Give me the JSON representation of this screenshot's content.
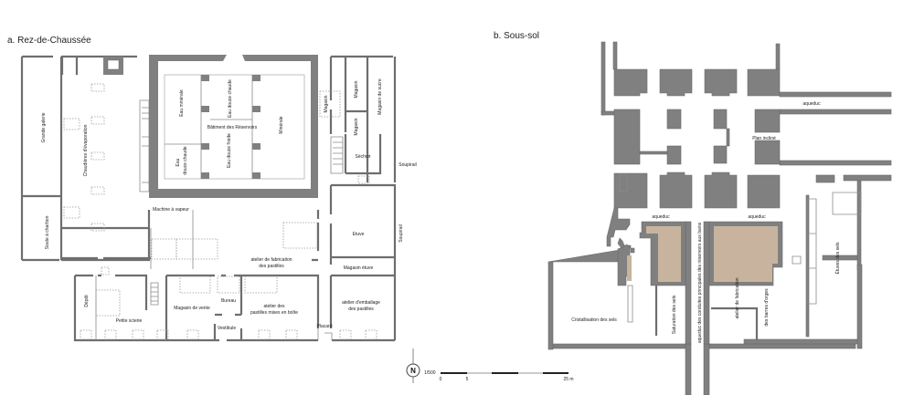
{
  "plan_a": {
    "title": "a. Rez-de-Chaussée",
    "rooms": {
      "grande_galerie": "Grande galerie",
      "soute_charbon": "Soute à charbon",
      "chaudieres": "Chaudières d'évaporation",
      "eau_minerale": "Eau minérale",
      "eau_douce_chaude_1": "Eau douce chaude",
      "batiment_reservoirs": "Bâtiment des Réservoirs",
      "eau_douce_chaude_2a": "Eau",
      "eau_douce_chaude_2b": "douce chaude",
      "eau_douce_froide": "Eau douce froide",
      "minerale": "Minérale",
      "magasin_1": "Magasin",
      "magasin_2": "Magasin",
      "magasin_3": "Magasin",
      "magasin_sucre": "Magasin de sucre",
      "sechoir": "Séchoir",
      "soupirail_1": "Soupirail",
      "soupirail_2": "Soupirail",
      "machine_vapeur": "Machine à vapeur",
      "etuve": "Etuve",
      "magasin_etuve": "Magasin étuve",
      "atelier_fabrication_1": "atelier de fabrication",
      "atelier_fabrication_2": "des pastilles",
      "depot": "Dépôt",
      "petite_scierie": "Petite scierie",
      "magasin_vente": "Magasin de vente",
      "bureau": "Bureau",
      "vestibule": "Vestibule",
      "atelier_boite_1": "atelier des",
      "atelier_boite_2": "pastilles mises en boîte",
      "placard": "Placard",
      "atelier_emballage_1": "atelier d'emballage",
      "atelier_emballage_2": "des pastilles"
    }
  },
  "plan_b": {
    "title": "b. Sous-sol",
    "rooms": {
      "aqueduc_1": "aqueduc",
      "aqueduc_2": "aqueduc",
      "aqueduc_3": "aqueduc",
      "plan_incline": "Plan incliné",
      "cristallisation": "Cristallisation des sels",
      "saturation": "Saturation des sels",
      "aqueduc_conduites": "aqueduc des conduites principales des réservoirs aux bains",
      "atelier_fabrication": "atelier de fabrication",
      "barres_dorge": "des barres d'orges",
      "etuves_sels": "Étuves des sels"
    }
  },
  "legend": {
    "north": "N",
    "scale": "1/500",
    "ticks": [
      "0",
      "5",
      "25 m"
    ]
  },
  "colors": {
    "wall": "#808080",
    "fill_tan": "#c8b49e"
  }
}
